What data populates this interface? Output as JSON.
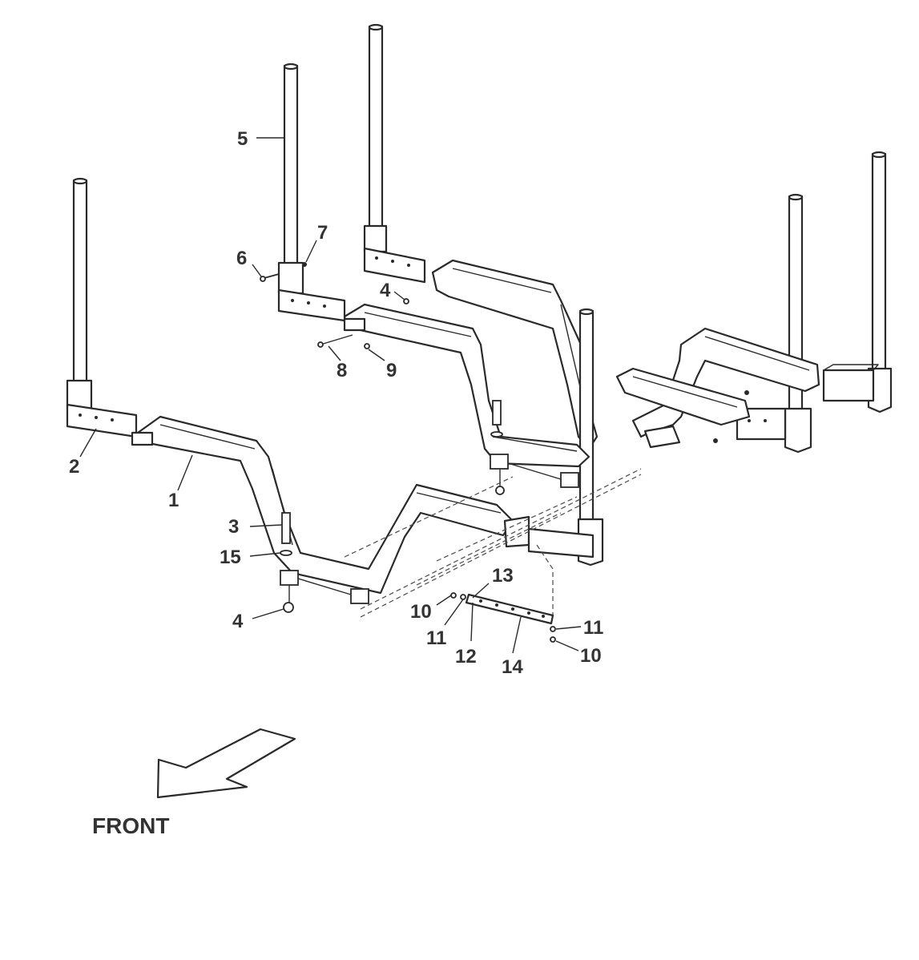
{
  "callouts": {
    "c1": "1",
    "c2": "2",
    "c3": "3",
    "c4a": "4",
    "c4b": "4",
    "c5": "5",
    "c6": "6",
    "c7": "7",
    "c8": "8",
    "c9": "9",
    "c10a": "10",
    "c10b": "10",
    "c11a": "11",
    "c11b": "11",
    "c12": "12",
    "c13": "13",
    "c14": "14",
    "c15": "15"
  },
  "direction_label": "FRONT",
  "colors": {
    "ink": "#2a2a2a",
    "label": "#333333",
    "background": "#ffffff"
  }
}
